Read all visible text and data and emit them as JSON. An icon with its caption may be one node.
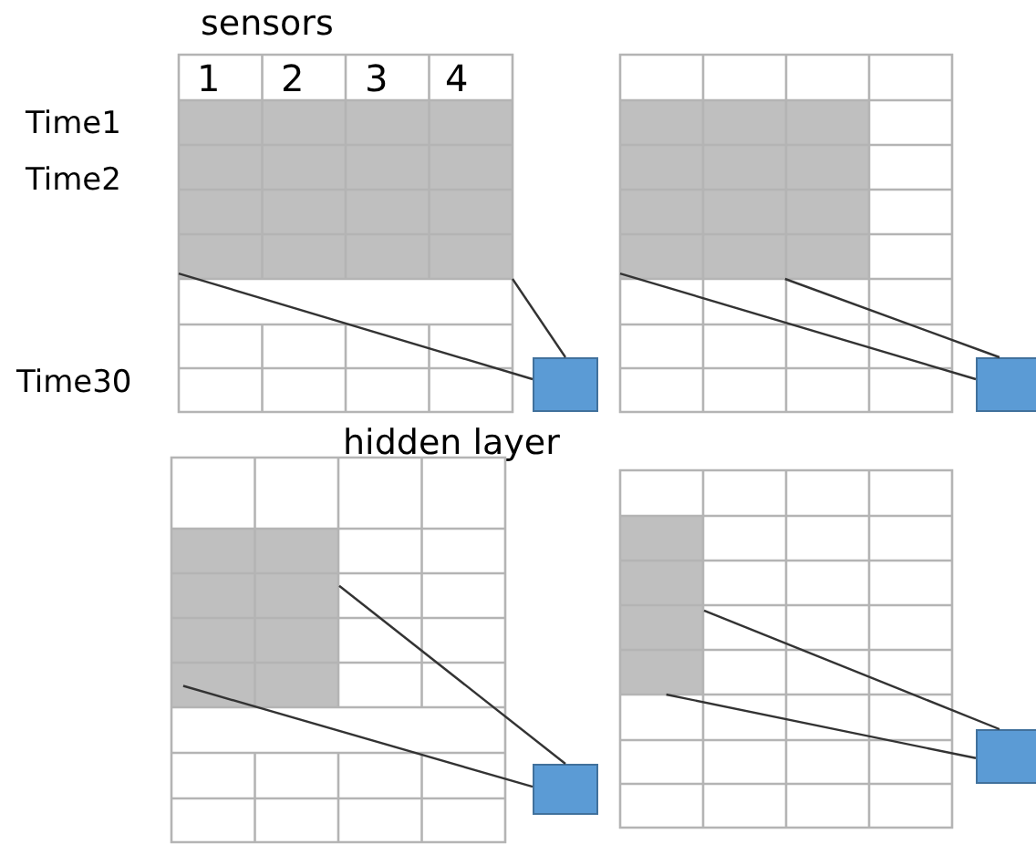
{
  "diagram": {
    "nodes": [
      {
        "text": [],
        "shape": "box"
      },
      {
        "text": [],
        "shape": "box"
      },
      {
        "text": [],
        "shape": "box"
      },
      {
        "text": [],
        "shape": "box"
      },
      {
        "text": [],
        "shape": "box"
      },
      {
        "text": [],
        "shape": "box"
      },
      {
        "text": [],
        "shape": "box"
      },
      {
        "text": [],
        "shape": "box"
      }
    ],
    "edges": [
      {
        "from": 0,
        "to": 1,
        "arrow": "none"
      },
      {
        "from": 0,
        "to": 1,
        "arrow": "none"
      },
      {
        "from": 2,
        "to": 3,
        "arrow": "none"
      },
      {
        "from": 2,
        "to": 3,
        "arrow": "none"
      },
      {
        "from": 4,
        "to": 5,
        "arrow": "none"
      },
      {
        "from": 4,
        "to": 5,
        "arrow": "none"
      },
      {
        "from": 6,
        "to": 7,
        "arrow": "none"
      },
      {
        "from": 6,
        "to": 7,
        "arrow": "none"
      }
    ],
    "labels": [
      "sensors",
      "1",
      "2",
      "3",
      "4",
      "Time1",
      "Time2",
      "Time30",
      "hidden layer"
    ]
  }
}
